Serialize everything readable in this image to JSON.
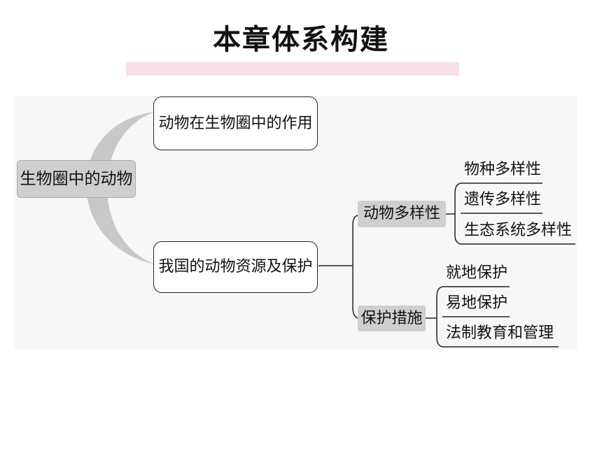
{
  "page": {
    "title": "本章体系构建"
  },
  "mindmap": {
    "root": "生物圈中的动物",
    "branch_role": "动物在生物圈中的作用",
    "branch_resources": "我国的动物资源及保护",
    "diversity": {
      "label": "动物多样性",
      "items": [
        "物种多样性",
        "遗传多样性",
        "生态系统多样性"
      ]
    },
    "protection": {
      "label": "保护措施",
      "items": [
        "就地保护",
        "易地保护",
        "法制教育和管理"
      ]
    }
  },
  "colors": {
    "title_underline": "#f7dfe8",
    "diagram_background": "#f7f7f7",
    "highlight_node": "#cfcfcf",
    "brace": "#c8c8c8",
    "line": "#222222"
  }
}
